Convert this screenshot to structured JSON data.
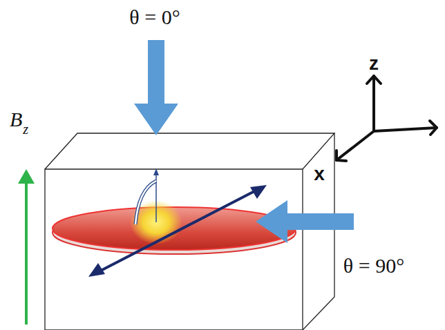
{
  "diagram": {
    "labels": [
      "θ = 0°",
      "θ = 90°",
      "B",
      "z",
      "z",
      "x"
    ]
  }
}
